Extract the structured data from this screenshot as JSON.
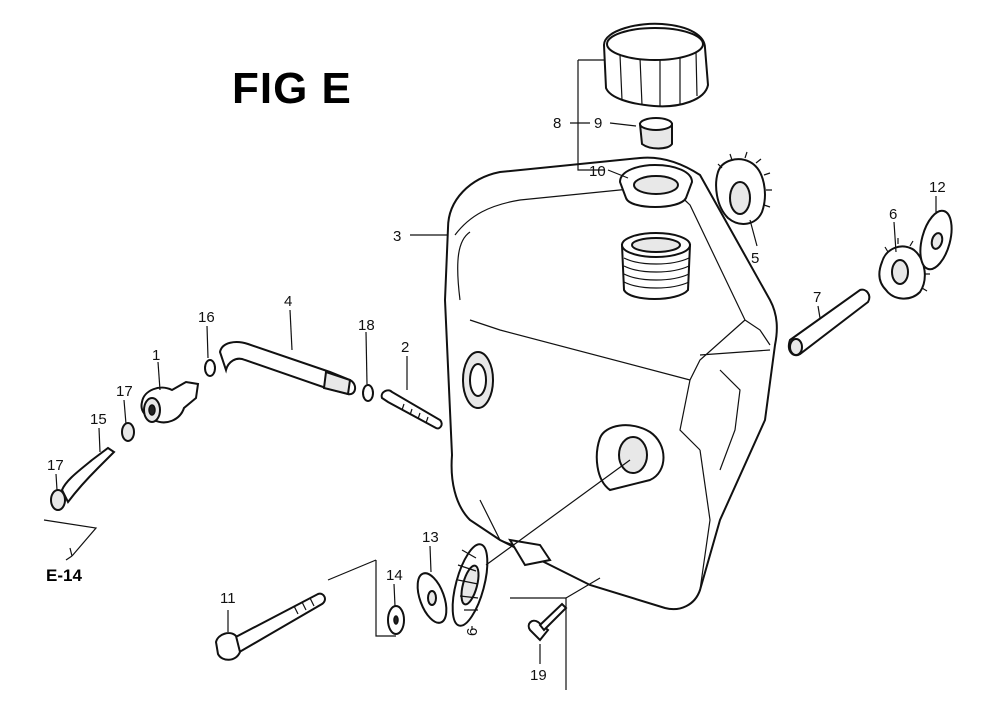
{
  "figure": {
    "title": "FIG E",
    "reference": "E-14"
  },
  "callouts": {
    "c1": "1",
    "c2": "2",
    "c3": "3",
    "c4": "4",
    "c5": "5",
    "c6a": "6",
    "c6b": "6",
    "c7": "7",
    "c8": "8",
    "c9": "9",
    "c10": "10",
    "c11": "11",
    "c12": "12",
    "c13": "13",
    "c14": "14",
    "c15": "15",
    "c16": "16",
    "c17a": "17",
    "c17b": "17",
    "c18": "18",
    "c19": "19"
  }
}
